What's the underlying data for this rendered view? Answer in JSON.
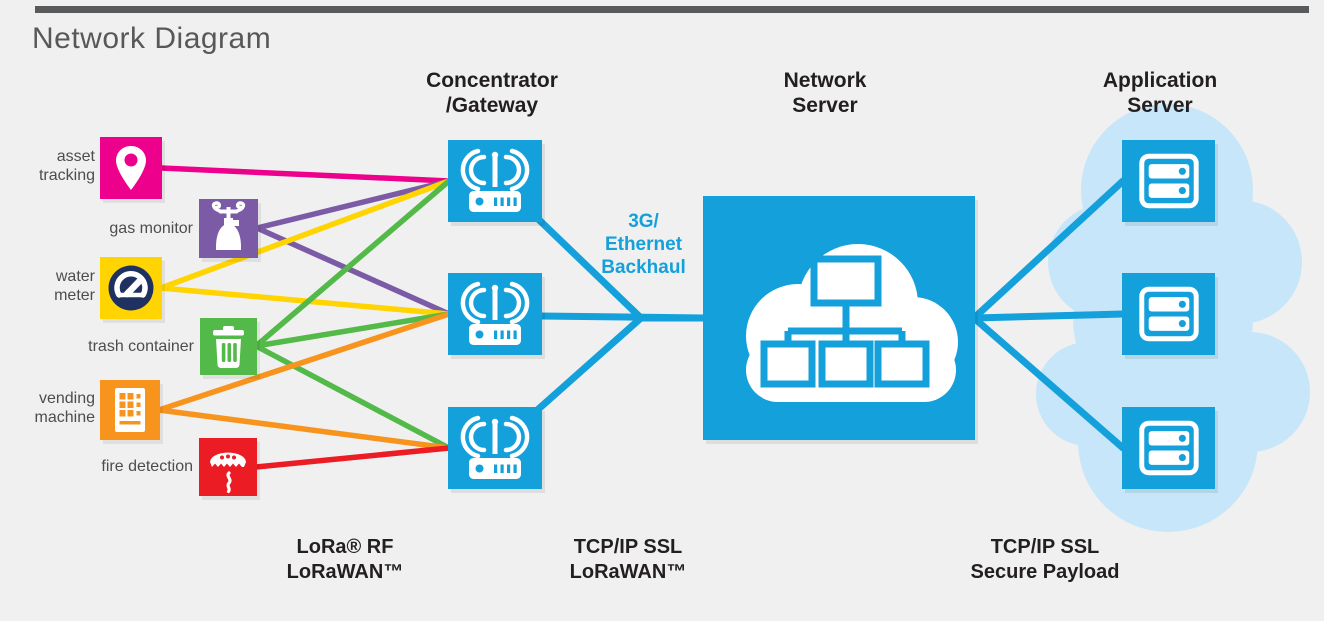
{
  "page": {
    "title": "Network Diagram"
  },
  "colors": {
    "background": "#F0F0F0",
    "topbar": "#595A5C",
    "title_gray": "#58585A",
    "label_gray": "#4D4D4F",
    "heading_black": "#231F20",
    "cyan": "#14A0DB",
    "app_cloud_light_blue": "#C7E6F9",
    "gauge_navy": "#1E3160"
  },
  "columns": {
    "gateway": {
      "title_lines": [
        "Concentrator",
        "/Gateway"
      ]
    },
    "network": {
      "title_lines": [
        "Network",
        "Server"
      ]
    },
    "application": {
      "title_lines": [
        "Application",
        "Server"
      ]
    }
  },
  "devices": [
    {
      "id": "asset-tracking",
      "label_lines": [
        "asset",
        "tracking"
      ],
      "color": "#EC008C",
      "icon": "location-pin-icon"
    },
    {
      "id": "gas-monitor",
      "label_lines": [
        "gas monitor"
      ],
      "color": "#7B5AA6",
      "icon": "gas-bottle-icon"
    },
    {
      "id": "water-meter",
      "label_lines": [
        "water",
        "meter"
      ],
      "color": "#FFD400",
      "icon": "gauge-icon"
    },
    {
      "id": "trash-container",
      "label_lines": [
        "trash container"
      ],
      "color": "#53B948",
      "icon": "trash-can-icon"
    },
    {
      "id": "vending-machine",
      "label_lines": [
        "vending",
        "machine"
      ],
      "color": "#F7941E",
      "icon": "vending-machine-icon"
    },
    {
      "id": "fire-detection",
      "label_lines": [
        "fire detection"
      ],
      "color": "#EC1C24",
      "icon": "smoke-detector-icon"
    }
  ],
  "gateways": [
    {
      "id": "gw-0",
      "icon": "antenna-router-icon"
    },
    {
      "id": "gw-1",
      "icon": "antenna-router-icon"
    },
    {
      "id": "gw-2",
      "icon": "antenna-router-icon"
    }
  ],
  "network_server": {
    "id": "network-server",
    "icon": "cloud-network-icon"
  },
  "application_servers": [
    {
      "id": "app-0",
      "icon": "server-rack-icon"
    },
    {
      "id": "app-1",
      "icon": "server-rack-icon"
    },
    {
      "id": "app-2",
      "icon": "server-rack-icon"
    }
  ],
  "edge_labels": {
    "backhaul": {
      "lines": [
        "3G/",
        "Ethernet",
        "Backhaul"
      ]
    },
    "lora_rf": {
      "lines": [
        "LoRa® RF",
        "LoRaWAN™"
      ]
    },
    "tcpip_lorawan": {
      "lines": [
        "TCP/IP SSL",
        "LoRaWAN™"
      ]
    },
    "tcpip_secure": {
      "lines": [
        "TCP/IP SSL",
        "Secure Payload"
      ]
    }
  },
  "connections": {
    "device_to_gateway": [
      {
        "from": "asset-tracking",
        "to": "gw-0"
      },
      {
        "from": "gas-monitor",
        "to": "gw-0"
      },
      {
        "from": "gas-monitor",
        "to": "gw-1"
      },
      {
        "from": "water-meter",
        "to": "gw-0"
      },
      {
        "from": "water-meter",
        "to": "gw-1"
      },
      {
        "from": "trash-container",
        "to": "gw-0"
      },
      {
        "from": "trash-container",
        "to": "gw-1"
      },
      {
        "from": "trash-container",
        "to": "gw-2"
      },
      {
        "from": "vending-machine",
        "to": "gw-1"
      },
      {
        "from": "vending-machine",
        "to": "gw-2"
      },
      {
        "from": "fire-detection",
        "to": "gw-2"
      }
    ],
    "backbone": [
      {
        "from": "gw-0",
        "to": "network-server"
      },
      {
        "from": "gw-1",
        "to": "network-server"
      },
      {
        "from": "gw-2",
        "to": "network-server"
      },
      {
        "from": "network-server",
        "to": "app-0"
      },
      {
        "from": "network-server",
        "to": "app-1"
      },
      {
        "from": "network-server",
        "to": "app-2"
      }
    ]
  }
}
